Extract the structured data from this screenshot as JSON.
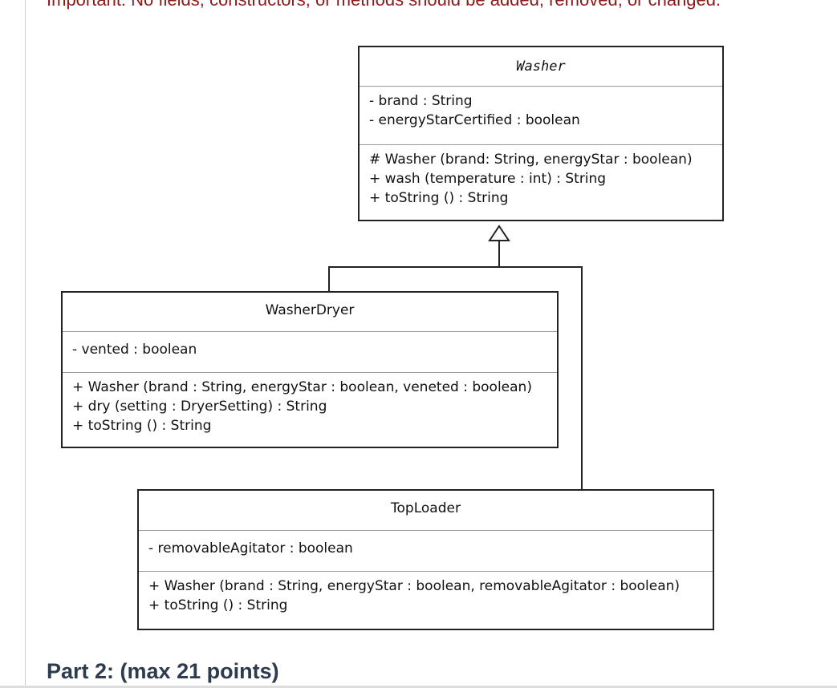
{
  "header": {
    "warning": "Important: No fields, constructors, or methods should be added, removed, or changed."
  },
  "diagram": {
    "classes": [
      {
        "name": "Washer",
        "abstract": true,
        "attributes": [
          "- brand : String",
          "- energyStarCertified : boolean"
        ],
        "methods": [
          "# Washer (brand: String, energyStar : boolean)",
          "+ wash (temperature : int) : String",
          "+ toString () : String"
        ]
      },
      {
        "name": "WasherDryer",
        "attributes": [
          "- vented : boolean"
        ],
        "methods": [
          "+ Washer (brand : String, energyStar : boolean, veneted : boolean)",
          "+ dry (setting : DryerSetting) : String",
          "+ toString () : String"
        ]
      },
      {
        "name": "TopLoader",
        "attributes": [
          "- removableAgitator : boolean"
        ],
        "methods": [
          "+ Washer (brand : String, energyStar : boolean, removableAgitator : boolean)",
          "+ toString () : String"
        ]
      }
    ],
    "relations": [
      {
        "from": "WasherDryer",
        "to": "Washer",
        "type": "inheritance"
      },
      {
        "from": "TopLoader",
        "to": "Washer",
        "type": "inheritance"
      }
    ]
  },
  "footer": {
    "part_heading": "Part 2:  (max 21 points)"
  }
}
